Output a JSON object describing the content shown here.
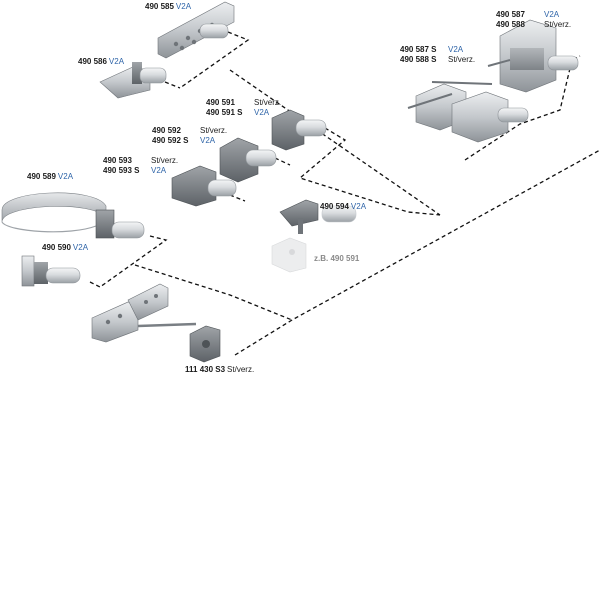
{
  "colors": {
    "v2a": "#2e64a8",
    "text": "#1a1a1a",
    "reference": "#8a8a8a",
    "dash": "#111111",
    "steel_light": "#d6d8da",
    "steel_mid": "#a9adb1",
    "steel_dark": "#6f7479",
    "galvanized": "#8c8f93"
  },
  "labels": [
    {
      "id": "l-490585",
      "lines": [
        {
          "code": "490 585",
          "mat": "V2A"
        }
      ]
    },
    {
      "id": "l-490586",
      "lines": [
        {
          "code": "490 586",
          "mat": "V2A"
        }
      ]
    },
    {
      "id": "l-490591",
      "lines": [
        {
          "code": "490 591",
          "mat": "St/verz."
        },
        {
          "code": "490 591 S",
          "mat": "V2A"
        }
      ]
    },
    {
      "id": "l-490592",
      "lines": [
        {
          "code": "490 592",
          "mat": "St/verz."
        },
        {
          "code": "490 592 S",
          "mat": "V2A"
        }
      ]
    },
    {
      "id": "l-490593",
      "lines": [
        {
          "code": "490 593",
          "mat": "St/verz."
        },
        {
          "code": "490 593 S",
          "mat": "V2A"
        }
      ]
    },
    {
      "id": "l-490589",
      "lines": [
        {
          "code": "490 589",
          "mat": "V2A"
        }
      ]
    },
    {
      "id": "l-490590",
      "lines": [
        {
          "code": "490 590",
          "mat": "V2A"
        }
      ]
    },
    {
      "id": "l-490594",
      "lines": [
        {
          "code": "490 594",
          "mat": "V2A"
        }
      ]
    },
    {
      "id": "l-490587",
      "lines": [
        {
          "code": "490 587",
          "mat": "V2A"
        },
        {
          "code": "490 588",
          "mat": "St/verz."
        }
      ]
    },
    {
      "id": "l-490587s",
      "lines": [
        {
          "code": "490 587 S",
          "mat": "V2A"
        },
        {
          "code": "490 588 S",
          "mat": "St/verz."
        }
      ]
    },
    {
      "id": "l-111430",
      "lines": [
        {
          "code": "111 430 S3",
          "mat": "St/verz."
        }
      ]
    }
  ],
  "reference_label": "z.B. 490 591"
}
